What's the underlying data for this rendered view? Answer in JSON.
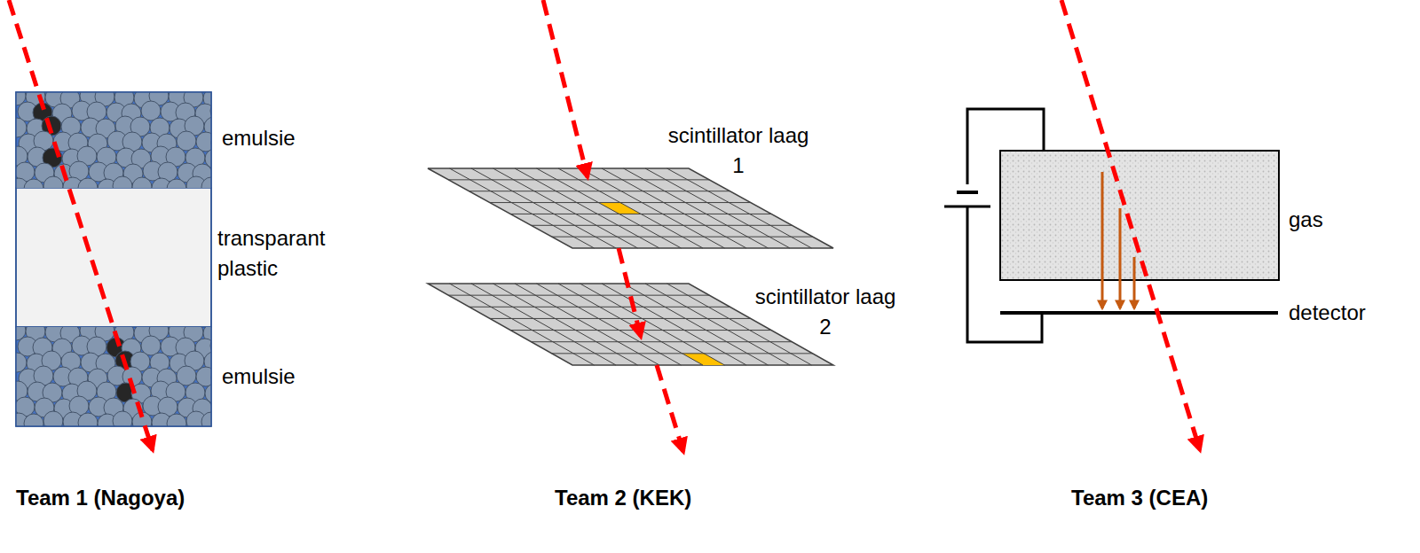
{
  "diagram": {
    "labels": [
      "emulsie",
      "transparant plastic",
      "emulsie",
      "scintillator laag 1",
      "scintillator laag 2",
      "gas",
      "detector",
      "Team 1 (Nagoya)",
      "Team 2 (KEK)",
      "Team 3 (CEA)"
    ]
  }
}
